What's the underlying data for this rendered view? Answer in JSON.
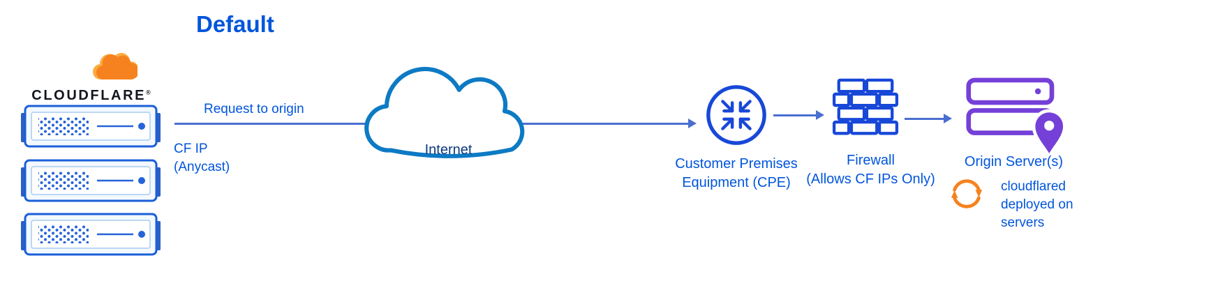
{
  "title": "Default",
  "cloudflare": {
    "wordmark": "CLOUDFLARE",
    "registered": "®"
  },
  "labels": {
    "request_to_origin": "Request to origin",
    "cf_ip_line1": "CF IP",
    "cf_ip_line2": "(Anycast)",
    "internet": "Internet",
    "cpe_line1": "Customer Premises",
    "cpe_line2": "Equipment (CPE)",
    "firewall_line1": "Firewall",
    "firewall_line2": "(Allows CF IPs Only)",
    "origin": "Origin Server(s)",
    "cloudflared_line1": "cloudflared",
    "cloudflared_line2": "deployed on",
    "cloudflared_line3": "servers"
  },
  "icons": {
    "cloudflare_logo": "orange-cloud-logo",
    "edge_server": "server-rack",
    "internet": "cloud-outline",
    "cpe": "arrows-converge-circle",
    "firewall": "brick-wall",
    "origin": "server-stack-with-location-pin",
    "cloudflared": "sync-arrows",
    "connector": "right-arrow"
  },
  "colors": {
    "label_blue": "#0055dc",
    "icon_blue": "#1848d8",
    "cloud_stroke": "#0d7ac4",
    "connector_blue": "#4a6fd0",
    "brand_orange": "#f6821f",
    "origin_purple": "#7540d8"
  }
}
